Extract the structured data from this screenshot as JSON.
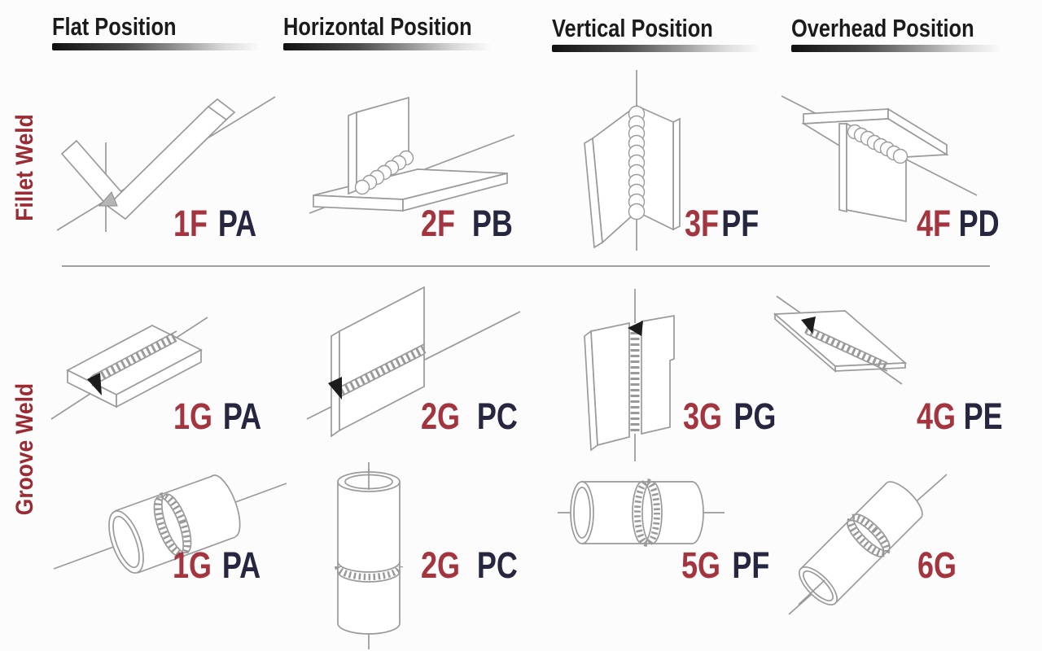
{
  "columns": [
    {
      "label": "Flat Position"
    },
    {
      "label": "Horizontal Position"
    },
    {
      "label": "Vertical Position"
    },
    {
      "label": "Overhead Position"
    }
  ],
  "row_groups": [
    {
      "label": "Fillet Weld"
    },
    {
      "label": "Groove Weld"
    }
  ],
  "cells": [
    {
      "aws": "1F",
      "iso": "PA",
      "drawing": "fillet-corner-joint-flat"
    },
    {
      "aws": "2F",
      "iso": "PB",
      "drawing": "fillet-tee-joint-horizontal"
    },
    {
      "aws": "3F",
      "iso": "PF",
      "drawing": "fillet-tee-joint-vertical"
    },
    {
      "aws": "4F",
      "iso": "PD",
      "drawing": "fillet-tee-joint-overhead"
    },
    {
      "aws": "1G",
      "iso": "PA",
      "drawing": "plate-groove-flat"
    },
    {
      "aws": "2G",
      "iso": "PC",
      "drawing": "plate-groove-horizontal"
    },
    {
      "aws": "3G",
      "iso": "PG",
      "drawing": "plate-groove-vertical"
    },
    {
      "aws": "4G",
      "iso": "PE",
      "drawing": "plate-groove-overhead"
    },
    {
      "aws": "1G",
      "iso": "PA",
      "drawing": "pipe-groove-rotated-flat"
    },
    {
      "aws": "2G",
      "iso": "PC",
      "drawing": "pipe-groove-vertical-axis"
    },
    {
      "aws": "5G",
      "iso": "PF",
      "drawing": "pipe-groove-horizontal-fixed"
    },
    {
      "aws": "6G",
      "iso": "",
      "drawing": "pipe-groove-45-degree"
    }
  ],
  "colors": {
    "header_text": "#1b1b1b",
    "row_label": "#9b2a33",
    "code_number": "#a4353e",
    "code_letters": "#272640",
    "line": "#9a9a9a"
  }
}
